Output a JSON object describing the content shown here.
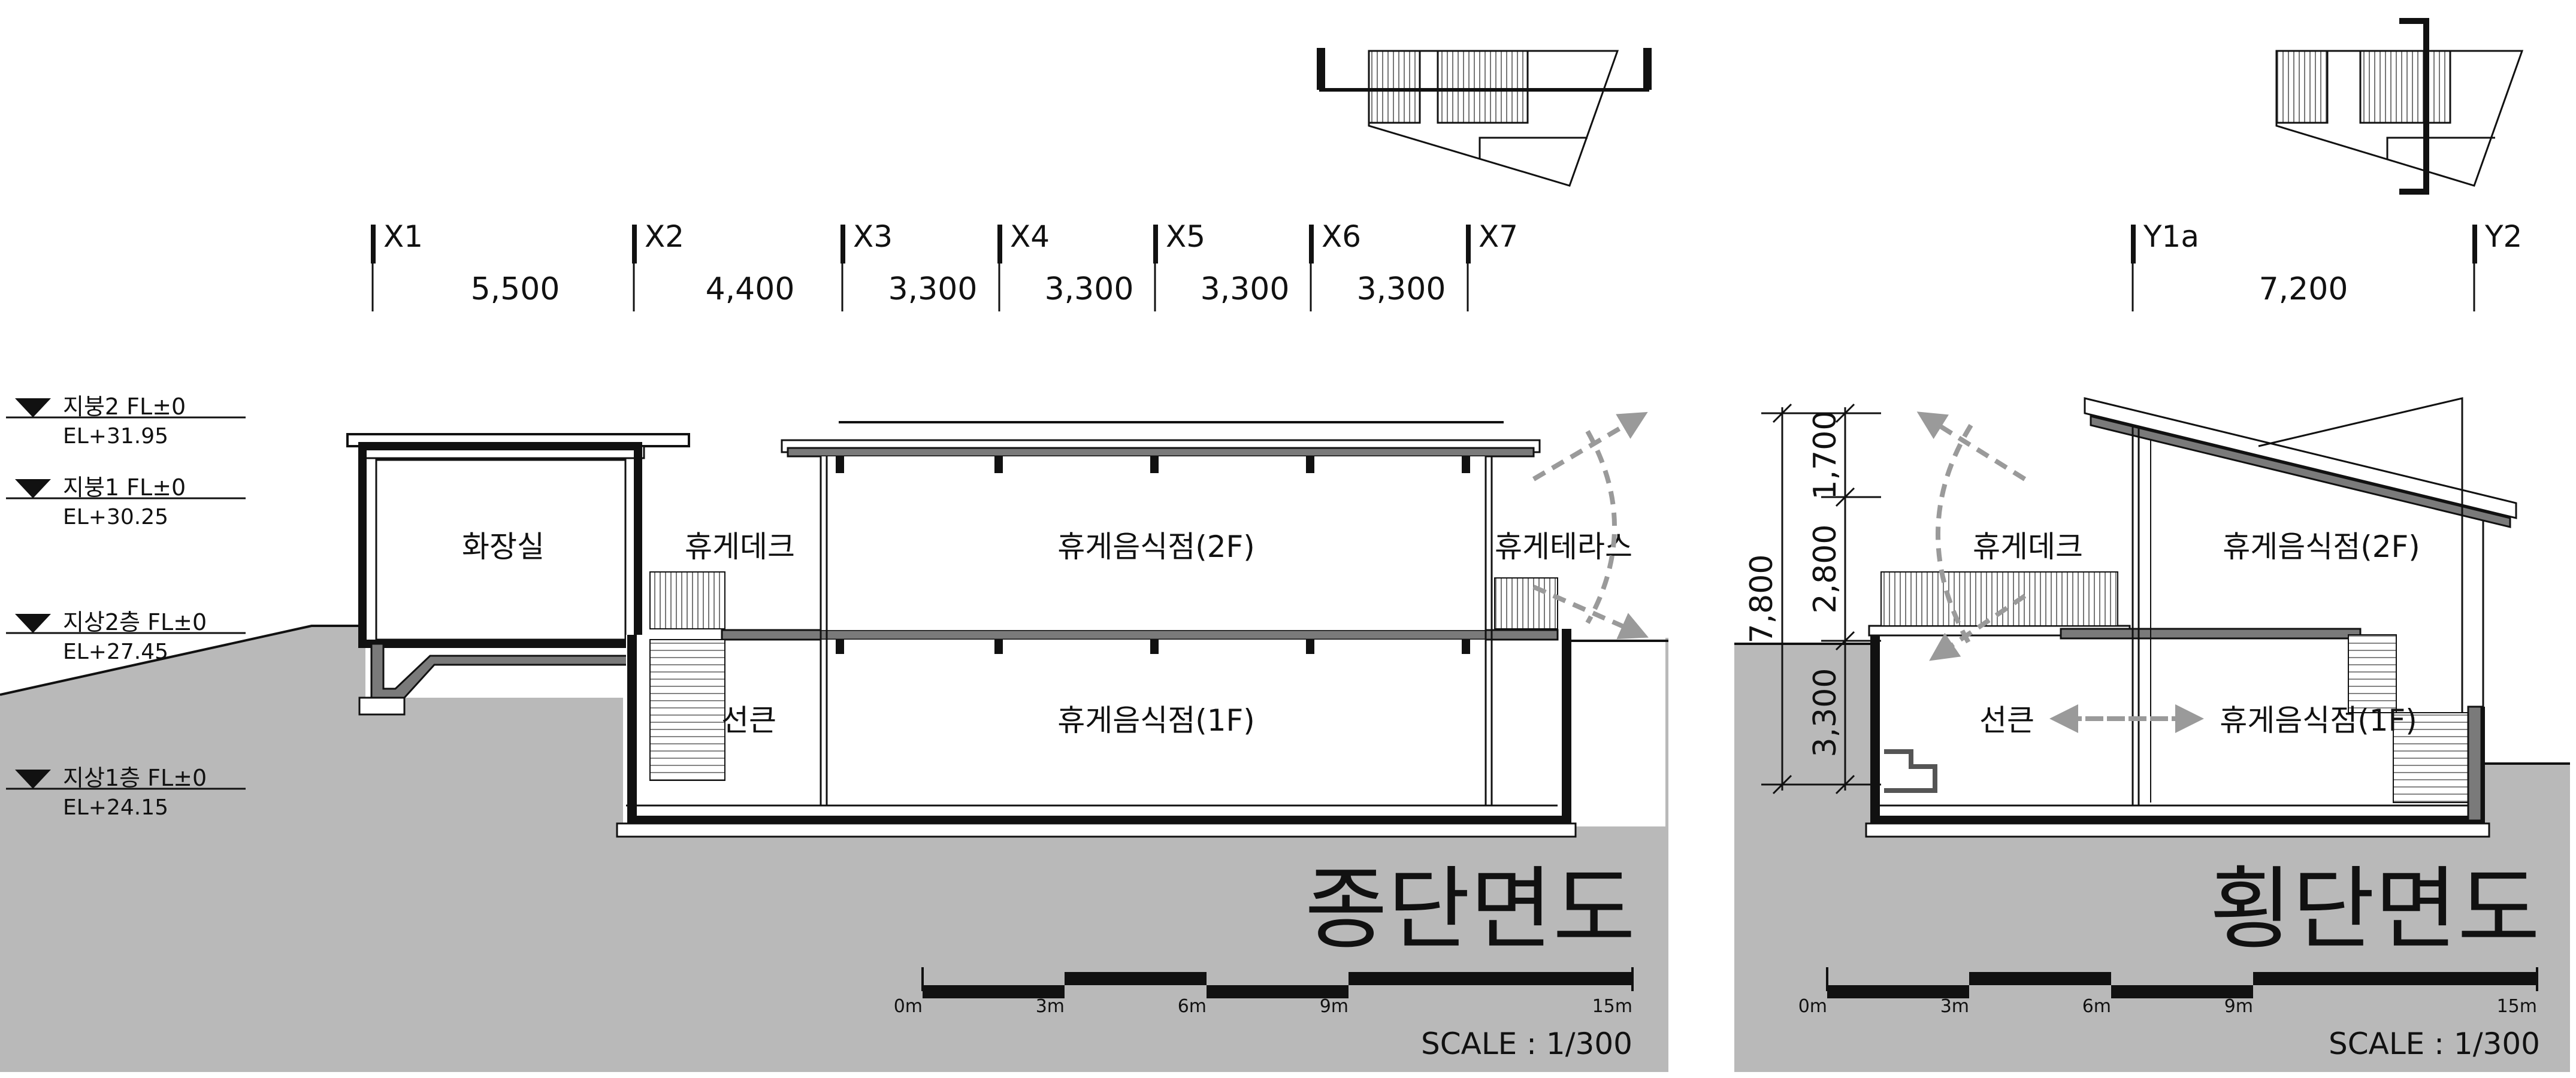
{
  "levels": [
    {
      "name": "지붕2 FL±0",
      "el": "EL+31.95"
    },
    {
      "name": "지붕1 FL±0",
      "el": "EL+30.25"
    },
    {
      "name": "지상2층 FL±0",
      "el": "EL+27.45"
    },
    {
      "name": "지상1층 FL±0",
      "el": "EL+24.15"
    }
  ],
  "longitudinal": {
    "grid": [
      "X1",
      "X2",
      "X3",
      "X4",
      "X5",
      "X6",
      "X7"
    ],
    "spans": [
      "5,500",
      "4,400",
      "3,300",
      "3,300",
      "3,300",
      "3,300"
    ],
    "rooms": {
      "restroom": "화장실",
      "rest_deck": "휴게데크",
      "restaurant_2f": "휴게음식점(2F)",
      "rest_terrace": "휴게테라스",
      "sunken": "선큰",
      "restaurant_1f": "휴게음식점(1F)"
    },
    "title": "종단면도",
    "scale_ticks": [
      "0m",
      "3m",
      "6m",
      "9m",
      "15m"
    ],
    "scale": "SCALE : 1/300"
  },
  "cross": {
    "grid": [
      "Y1a",
      "Y2"
    ],
    "span": "7,200",
    "vertical_dims": [
      "1,700",
      "2,800",
      "3,300"
    ],
    "total_height": "7,800",
    "rooms": {
      "rest_deck": "휴게데크",
      "restaurant_2f": "휴게음식점(2F)",
      "sunken": "선큰",
      "restaurant_1f": "휴게음식점(1F)"
    },
    "title": "횡단면도",
    "scale_ticks": [
      "0m",
      "3m",
      "6m",
      "9m",
      "15m"
    ],
    "scale": "SCALE : 1/300"
  },
  "colors": {
    "ground": "#b9b9b9",
    "ink": "#111111",
    "arrow": "#9a9a9a",
    "slab": "#7a7a7a"
  }
}
